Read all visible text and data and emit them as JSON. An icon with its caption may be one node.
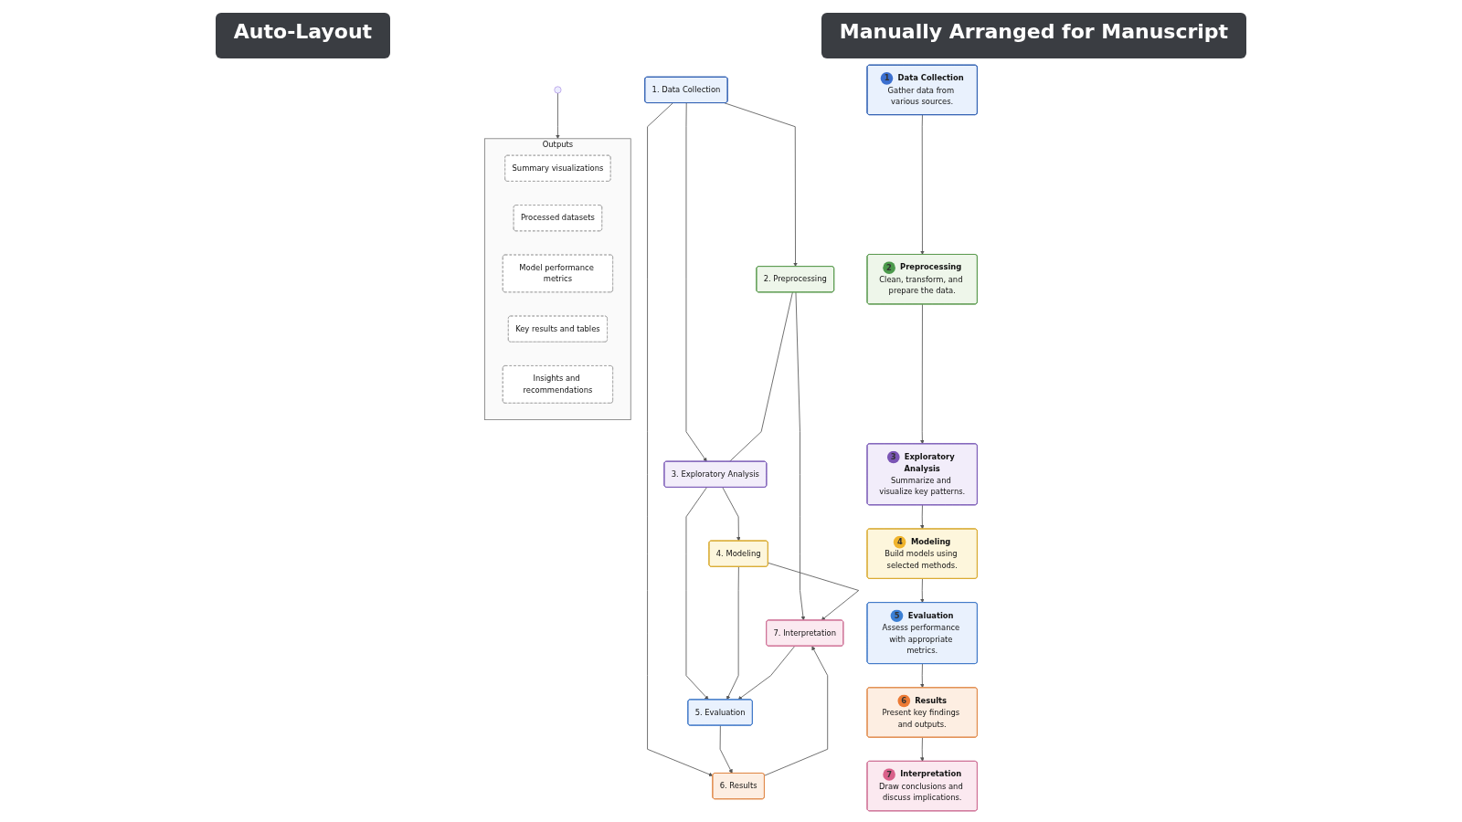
{
  "diagram": {
    "nodes": [
      {
        "text": [
          "1. Data Collection"
        ]
      },
      {
        "text": [
          "2. Preprocessing"
        ]
      },
      {
        "text": [
          "3. Exploratory Analysis"
        ]
      },
      {
        "text": [
          "4. Modeling"
        ]
      },
      {
        "text": [
          "5. Evaluation"
        ]
      },
      {
        "text": [
          "6. Results"
        ]
      },
      {
        "text": [
          "7. Interpretation"
        ]
      },
      {
        "text": [
          "1",
          "Data Collection",
          "Gather data from various sources."
        ]
      },
      {
        "text": [
          "2",
          "Preprocessing",
          "Clean, transform, and prepare the data."
        ]
      },
      {
        "text": [
          "3",
          "Exploratory Analysis",
          "Summarize and visualize key patterns."
        ]
      },
      {
        "text": [
          "4",
          "Modeling",
          "Build models using selected methods."
        ]
      },
      {
        "text": [
          "5",
          "Evaluation",
          "Assess performance with appropriate metrics."
        ]
      },
      {
        "text": [
          "6",
          "Results",
          "Present key findings and outputs."
        ]
      },
      {
        "text": [
          "7",
          "Interpretation",
          "Draw conclusions and discuss implications."
        ]
      },
      {
        "text": [
          "Outputs"
        ]
      },
      {
        "text": [
          "Summary visualizations"
        ],
        "in": 14
      },
      {
        "text": [
          "Processed datasets"
        ],
        "in": 14
      },
      {
        "text": [
          "Model performance metrics"
        ],
        "in": 14
      },
      {
        "text": [
          "Key results and tables"
        ],
        "in": 14
      },
      {
        "text": [
          "Insights and recommendations"
        ],
        "in": 14
      }
    ],
    "edges": [
      {
        "from": 0,
        "to": 1,
        "arrow": "to"
      },
      {
        "from": 0,
        "to": 2,
        "arrow": "to"
      },
      {
        "from": 0,
        "to": 5,
        "arrow": "to"
      },
      {
        "from": 1,
        "to": 6,
        "arrow": "to"
      },
      {
        "from": 1,
        "to": 2,
        "arrow": "none"
      },
      {
        "from": 2,
        "to": 3,
        "arrow": "to"
      },
      {
        "from": 2,
        "to": 4,
        "arrow": "to"
      },
      {
        "from": 3,
        "to": 4,
        "arrow": "to"
      },
      {
        "from": 4,
        "to": 5,
        "arrow": "to"
      },
      {
        "from": 3,
        "to": 6,
        "arrow": "to"
      },
      {
        "from": 6,
        "to": 4,
        "arrow": "to"
      },
      {
        "from": 5,
        "to": 6,
        "arrow": "to"
      },
      {
        "from": 7,
        "to": 8,
        "arrow": "to"
      },
      {
        "from": 8,
        "to": 9,
        "arrow": "to"
      },
      {
        "from": 9,
        "to": 10,
        "arrow": "to"
      },
      {
        "from": 10,
        "to": 11,
        "arrow": "to"
      },
      {
        "from": 11,
        "to": 12,
        "arrow": "to"
      },
      {
        "from": 12,
        "to": 13,
        "arrow": "to"
      },
      {
        "from": null,
        "to": 14,
        "arrow": "to"
      }
    ],
    "labels": [
      "Auto-Layout",
      "Manually Arranged for Manuscript"
    ]
  }
}
